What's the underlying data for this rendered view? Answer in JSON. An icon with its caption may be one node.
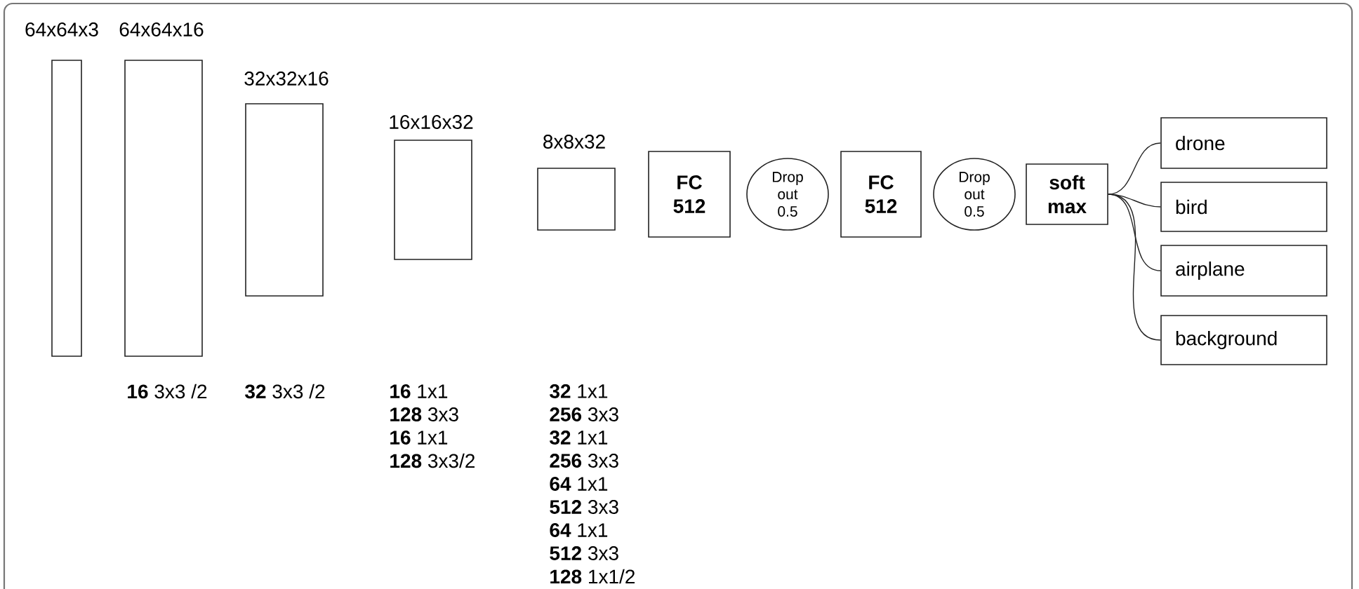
{
  "diagram": {
    "nodes": [
      {
        "text": [
          "64x64x3"
        ]
      },
      {
        "text": [
          "64x64x16"
        ]
      },
      {
        "text": [
          "32x32x16"
        ]
      },
      {
        "text": [
          "16x16x32"
        ]
      },
      {
        "text": [
          "8x8x32"
        ]
      },
      {
        "text": [
          "FC 512"
        ]
      },
      {
        "text": [
          "Drop out 0.5"
        ]
      },
      {
        "text": [
          "FC 512"
        ]
      },
      {
        "text": [
          "Drop out 0.5"
        ]
      },
      {
        "text": [
          "soft max"
        ]
      },
      {
        "text": [
          "drone"
        ]
      },
      {
        "text": [
          "bird"
        ]
      },
      {
        "text": [
          "airplane"
        ]
      },
      {
        "text": [
          "background"
        ]
      }
    ],
    "edges": [
      {
        "from": 9,
        "to": 10,
        "arrow": "none"
      },
      {
        "from": 9,
        "to": 11,
        "arrow": "none"
      },
      {
        "from": 9,
        "to": 12,
        "arrow": "none"
      },
      {
        "from": 9,
        "to": 13,
        "arrow": "none"
      }
    ],
    "labels": [
      "**16** 3x3 /2",
      "**32** 3x3 /2",
      "**16** 1x1",
      "**32** 1x1",
      "**128** 3x3",
      "**256** 3x3",
      "**16** 1x1",
      "**32** 1x1",
      "**128** 3x3/2",
      "**256** 3x3",
      "**64** 1x1",
      "**512** 3x3",
      "**64** 1x1",
      "**512** 3x3",
      "**128** 1x1/2"
    ]
  }
}
